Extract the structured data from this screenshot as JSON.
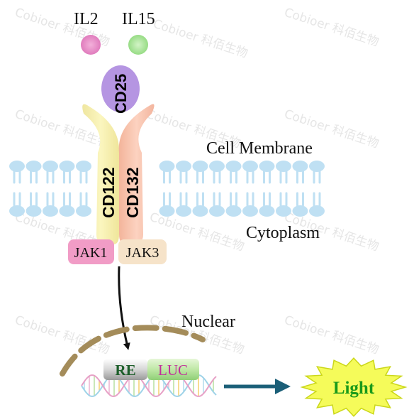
{
  "ligands": {
    "il2": "IL2",
    "il15": "IL15"
  },
  "receptors": {
    "cd25": "CD25",
    "cd122": "CD122",
    "cd132": "CD132"
  },
  "kinases": {
    "jak1": "JAK1",
    "jak3": "JAK3"
  },
  "regions": {
    "membrane": "Cell Membrane",
    "cytoplasm": "Cytoplasm",
    "nuclear": "Nuclear"
  },
  "reporter": {
    "re": "RE",
    "luc": "LUC",
    "output": "Light"
  },
  "watermark": "Cobioer 科佰生物",
  "colors": {
    "il2": "#e98fc8",
    "il15": "#a9e59a",
    "cd25": "#b08fe0",
    "cd122": "#f6ef9e",
    "cd132": "#f8b8a0",
    "jak1": "#f19cc6",
    "jak3": "#f7e2c8",
    "lipid": "#bfe0f3",
    "nuclear_envelope": "#a48c5a",
    "luc_text": "#c0309a",
    "re_text": "#1d5e2a",
    "arrow": "#1b5f78",
    "light_fill": "#f5fb5a",
    "light_text": "#1a9a1a"
  }
}
